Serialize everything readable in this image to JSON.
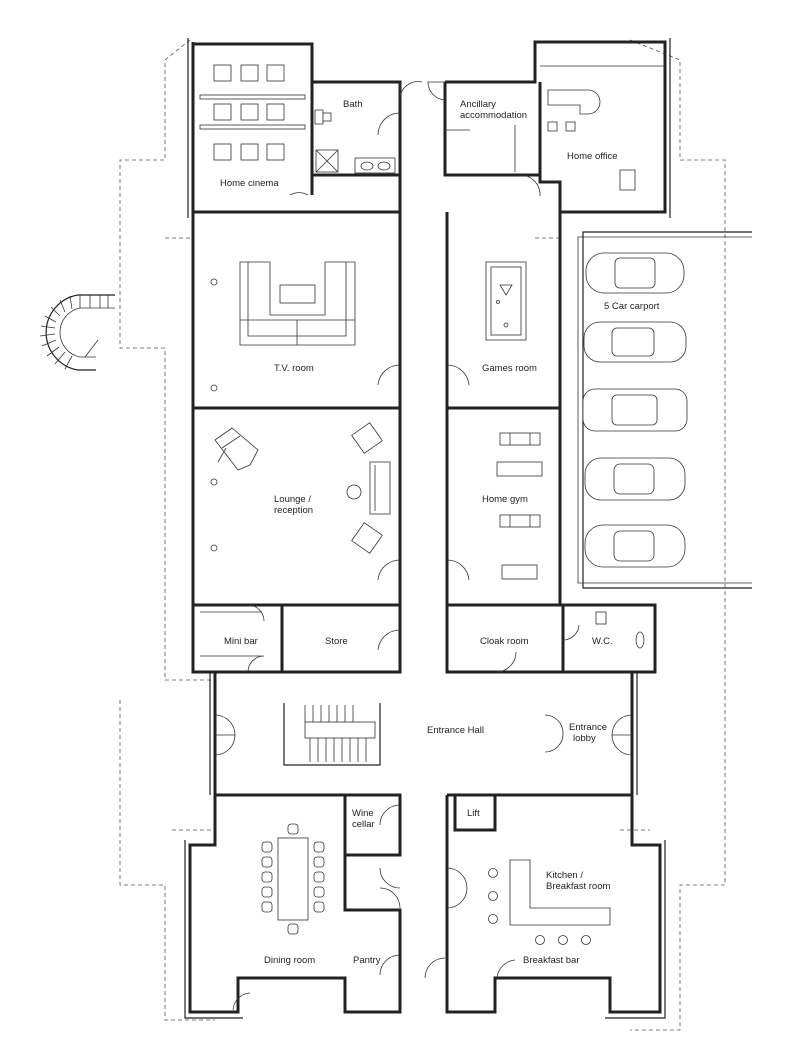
{
  "rooms": {
    "home_cinema": "Home cinema",
    "bath": "Bath",
    "ancillary_1": "Ancillary",
    "ancillary_2": "accommodation",
    "home_office": "Home office",
    "tv_room": "T.V. room",
    "games_room": "Games room",
    "carport": "5 Car carport",
    "lounge_1": "Lounge /",
    "lounge_2": "reception",
    "home_gym": "Home gym",
    "mini_bar": "Mini bar",
    "store": "Store",
    "cloak_room": "Cloak room",
    "wc": "W.C.",
    "entrance_hall": "Entrance Hall",
    "entrance_lobby_1": "Entrance",
    "entrance_lobby_2": "lobby",
    "wine_cellar_1": "Wine",
    "wine_cellar_2": "cellar",
    "lift": "Lift",
    "kitchen_1": "Kitchen /",
    "kitchen_2": "Breakfast room",
    "dining_room": "Dining room",
    "pantry": "Pantry",
    "breakfast_bar": "Breakfast bar"
  },
  "icons": {
    "car": "car-icon",
    "chair": "armchair-icon",
    "piano": "piano-icon",
    "stair": "staircase-icon"
  },
  "colors": {
    "line": "#222222",
    "background": "#ffffff"
  }
}
